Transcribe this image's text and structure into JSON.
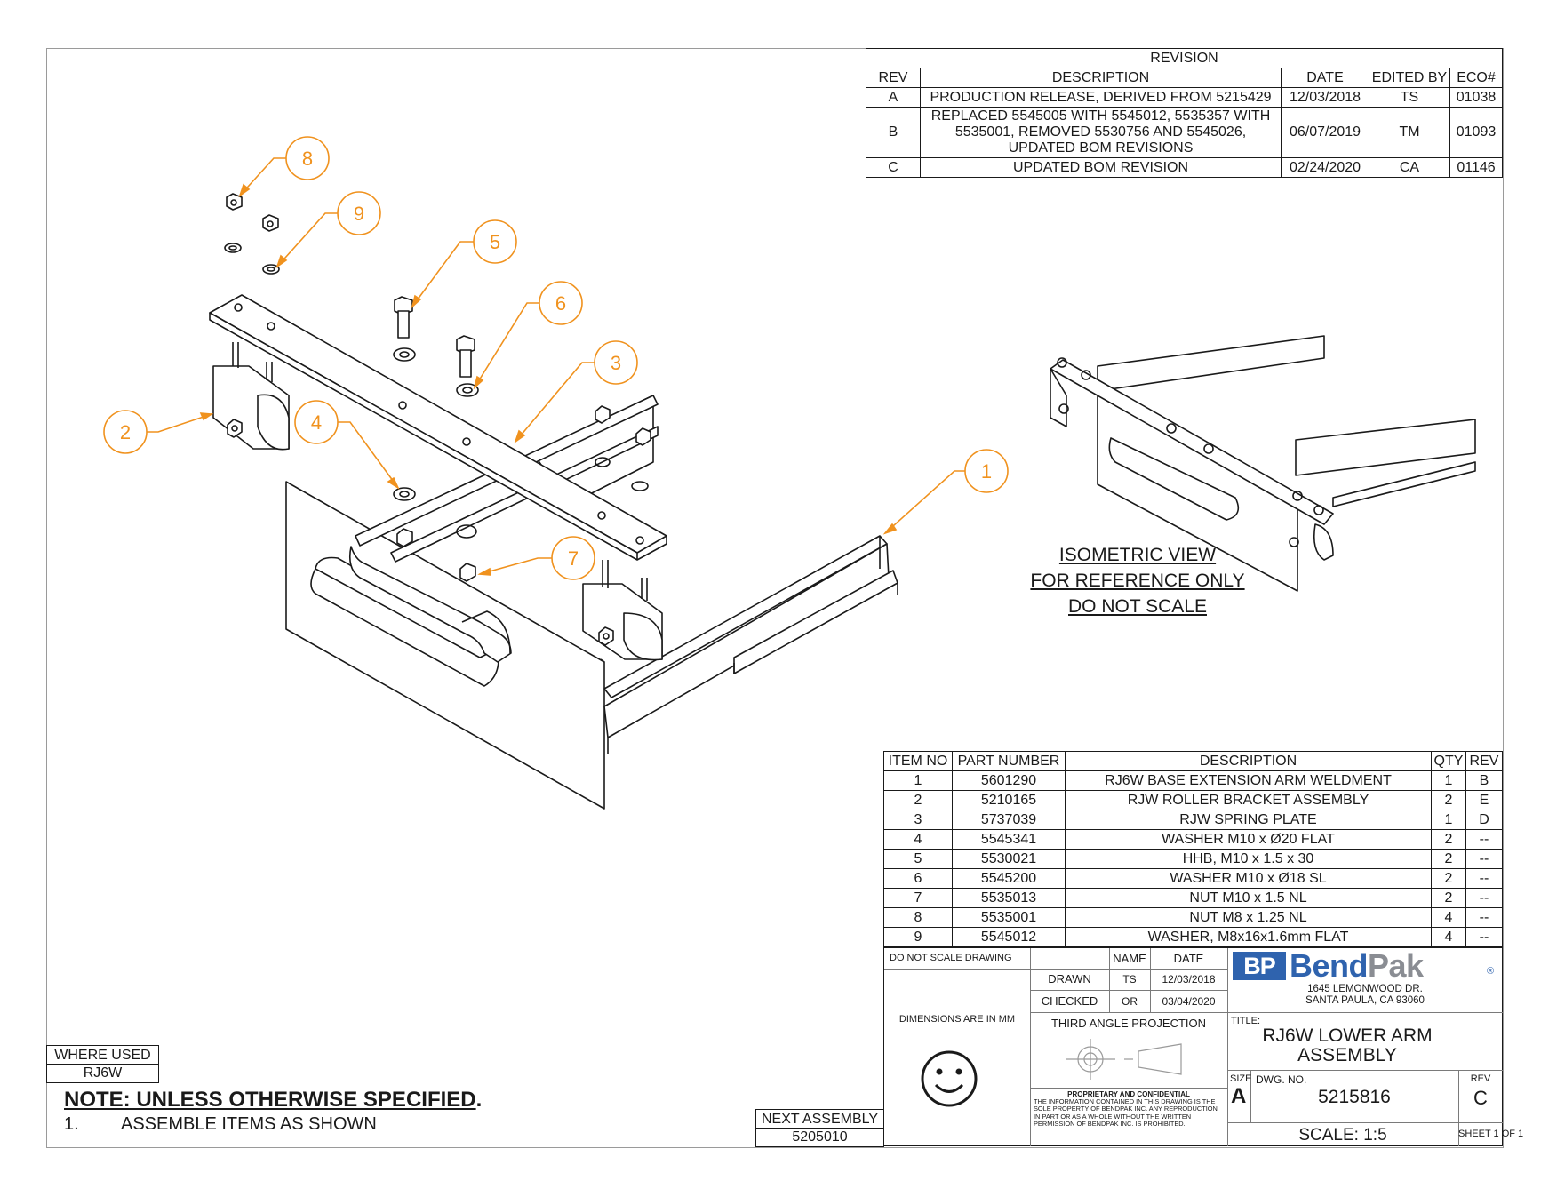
{
  "revision": {
    "title": "REVISION",
    "headers": [
      "REV",
      "DESCRIPTION",
      "DATE",
      "EDITED BY",
      "ECO#"
    ],
    "rows": [
      [
        "A",
        "PRODUCTION RELEASE, DERIVED FROM 5215429",
        "12/03/2018",
        "TS",
        "01038"
      ],
      [
        "B",
        "REPLACED 5545005 WITH 5545012, 5535357 WITH 5535001, REMOVED 5530756 AND 5545026, UPDATED BOM REVISIONS",
        "06/07/2019",
        "TM",
        "01093"
      ],
      [
        "C",
        "UPDATED BOM REVISION",
        "02/24/2020",
        "CA",
        "01146"
      ]
    ]
  },
  "bom": {
    "headers": [
      "ITEM NO",
      "PART NUMBER",
      "DESCRIPTION",
      "QTY",
      "REV"
    ],
    "rows": [
      [
        "1",
        "5601290",
        "RJ6W BASE EXTENSION ARM WELDMENT",
        "1",
        "B"
      ],
      [
        "2",
        "5210165",
        "RJW ROLLER BRACKET ASSEMBLY",
        "2",
        "E"
      ],
      [
        "3",
        "5737039",
        "RJW SPRING PLATE",
        "1",
        "D"
      ],
      [
        "4",
        "5545341",
        "WASHER M10 x Ø20 FLAT",
        "2",
        "--"
      ],
      [
        "5",
        "5530021",
        "HHB, M10 x 1.5 x 30",
        "2",
        "--"
      ],
      [
        "6",
        "5545200",
        "WASHER M10 x Ø18 SL",
        "2",
        "--"
      ],
      [
        "7",
        "5535013",
        "NUT M10 x 1.5 NL",
        "2",
        "--"
      ],
      [
        "8",
        "5535001",
        "NUT M8 x 1.25 NL",
        "4",
        "--"
      ],
      [
        "9",
        "5545012",
        "WASHER, M8x16x1.6mm FLAT",
        "4",
        "--"
      ]
    ]
  },
  "title_block": {
    "do_not_scale": "DO NOT SCALE DRAWING",
    "name_header": "NAME",
    "date_header": "DATE",
    "drawn_label": "DRAWN",
    "drawn_name": "TS",
    "drawn_date": "12/03/2018",
    "checked_label": "CHECKED",
    "checked_name": "OR",
    "checked_date": "03/04/2020",
    "dimensions": "DIMENSIONS ARE IN MM",
    "projection": "THIRD ANGLE PROJECTION",
    "proprietary_title": "PROPRIETARY AND CONFIDENTIAL",
    "proprietary_text": "THE INFORMATION CONTAINED IN THIS DRAWING IS THE SOLE PROPERTY OF BENDPAK INC. ANY REPRODUCTION IN PART OR AS A WHOLE WITHOUT THE WRITTEN PERMISSION OF BENDPAK INC. IS PROHIBITED.",
    "logo_mark": "BP",
    "logo_word": "BendPak",
    "logo_reg": "®",
    "address_1": "1645 LEMONWOOD DR.",
    "address_2": "SANTA PAULA, CA 93060",
    "title_label": "TITLE:",
    "title_line_1": "RJ6W LOWER ARM",
    "title_line_2": "ASSEMBLY",
    "size_label": "SIZE",
    "size": "A",
    "dwg_label": "DWG.  NO.",
    "dwg_no": "5215816",
    "rev_label": "REV",
    "rev": "C",
    "scale": "SCALE: 1:5",
    "sheet": "SHEET 1 OF 1"
  },
  "where_used": {
    "label": "WHERE USED",
    "value": "RJ6W"
  },
  "next_assembly": {
    "label": "NEXT ASSEMBLY",
    "value": "5205010"
  },
  "notes": {
    "title": "NOTE: UNLESS OTHERWISE SPECIFIED",
    "period": ".",
    "item_number": "1.",
    "item_text": "ASSEMBLE ITEMS AS SHOWN"
  },
  "isometric_note": [
    "ISOMETRIC VIEW",
    "FOR REFERENCE ONLY",
    "DO NOT SCALE"
  ],
  "balloons": [
    "1",
    "2",
    "3",
    "4",
    "5",
    "6",
    "7",
    "8",
    "9"
  ],
  "colors": {
    "balloon": "#f0921e",
    "line": "#1a1a1a",
    "logo_blue": "#2f63ae",
    "logo_gray": "#8a8d93"
  }
}
